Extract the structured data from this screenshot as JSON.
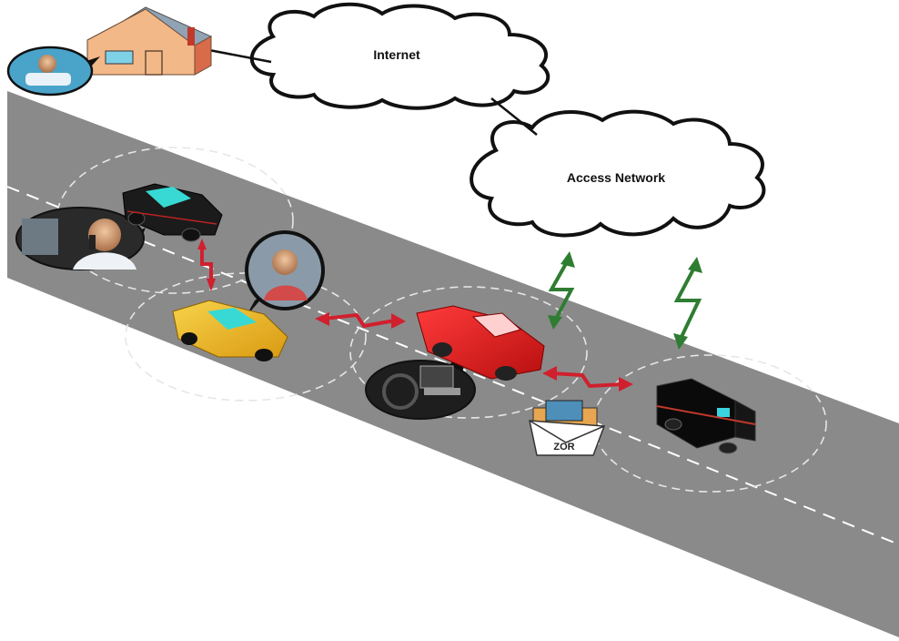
{
  "diagram": {
    "clouds": {
      "internet": "Internet",
      "access_network": "Access Network"
    },
    "envelope_label": "ZOR",
    "colors": {
      "road": "#8a8a8a",
      "lane_marking": "#ffffff",
      "cloud_fill": "#ffffff",
      "cloud_stroke": "#111111",
      "v2v_link": "#d0202e",
      "v2i_link": "#2f7d32",
      "coverage_circle": "#dddddd"
    }
  }
}
